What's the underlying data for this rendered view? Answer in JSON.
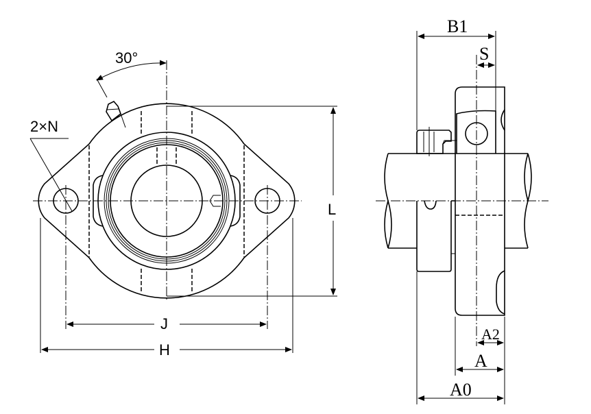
{
  "drawing": {
    "front_view": {
      "angle_label": "30°",
      "hole_label": "2×N",
      "dim_J": "J",
      "dim_H": "H",
      "dim_L": "L"
    },
    "side_view": {
      "dim_B1": "B1",
      "dim_S": "S",
      "dim_A2": "A2",
      "dim_A": "A",
      "dim_A0": "A0"
    }
  }
}
